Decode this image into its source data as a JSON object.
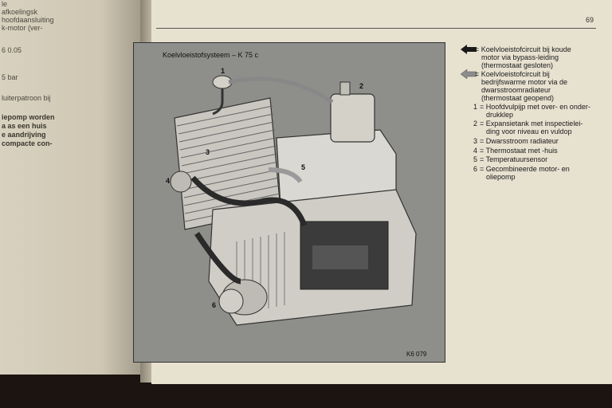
{
  "page": {
    "number": "69"
  },
  "left_page": {
    "fragments": [
      "le",
      "afkoelingsk",
      "hoofdaansluiting",
      "k-motor (ver-",
      "",
      "6 0.05",
      "",
      "5 bar",
      "luiterpatroon bij",
      "",
      "iepomp worden",
      "a  as  een  huis",
      "e  aandrijving",
      "compacte con-"
    ]
  },
  "figure": {
    "title": "Koelvloeistofsysteem – K 75 c",
    "code": "K6 079",
    "callouts": [
      "1",
      "2",
      "3",
      "4",
      "5",
      "6"
    ]
  },
  "legend": {
    "arrows": [
      {
        "lines": [
          "= Koelvloeistofcircuit   bij   koude",
          "motor via bypass-leiding",
          "(thermostaat gesloten)"
        ],
        "color": "#1a1a1a"
      },
      {
        "lines": [
          "= Koelvloeistofcircuit bij",
          "bedrijfswarme motor via de",
          "dwarsstroomradiateur",
          "(thermostaat geopend)"
        ],
        "color": "#8c8c8c"
      }
    ],
    "items": [
      {
        "num": "1",
        "lines": [
          "= Hoofdvulpijp met over- en onder-",
          "drukklep"
        ]
      },
      {
        "num": "2",
        "lines": [
          "= Expansietank met inspectielei-",
          "ding voor niveau en vuldop"
        ]
      },
      {
        "num": "3",
        "lines": [
          "= Dwarsstroom radiateur"
        ]
      },
      {
        "num": "4",
        "lines": [
          "= Thermostaat met -huis"
        ]
      },
      {
        "num": "5",
        "lines": [
          "= Temperatuursensor"
        ]
      },
      {
        "num": "6",
        "lines": [
          "= Gecombineerde motor- en",
          "oliepomp"
        ]
      }
    ]
  }
}
